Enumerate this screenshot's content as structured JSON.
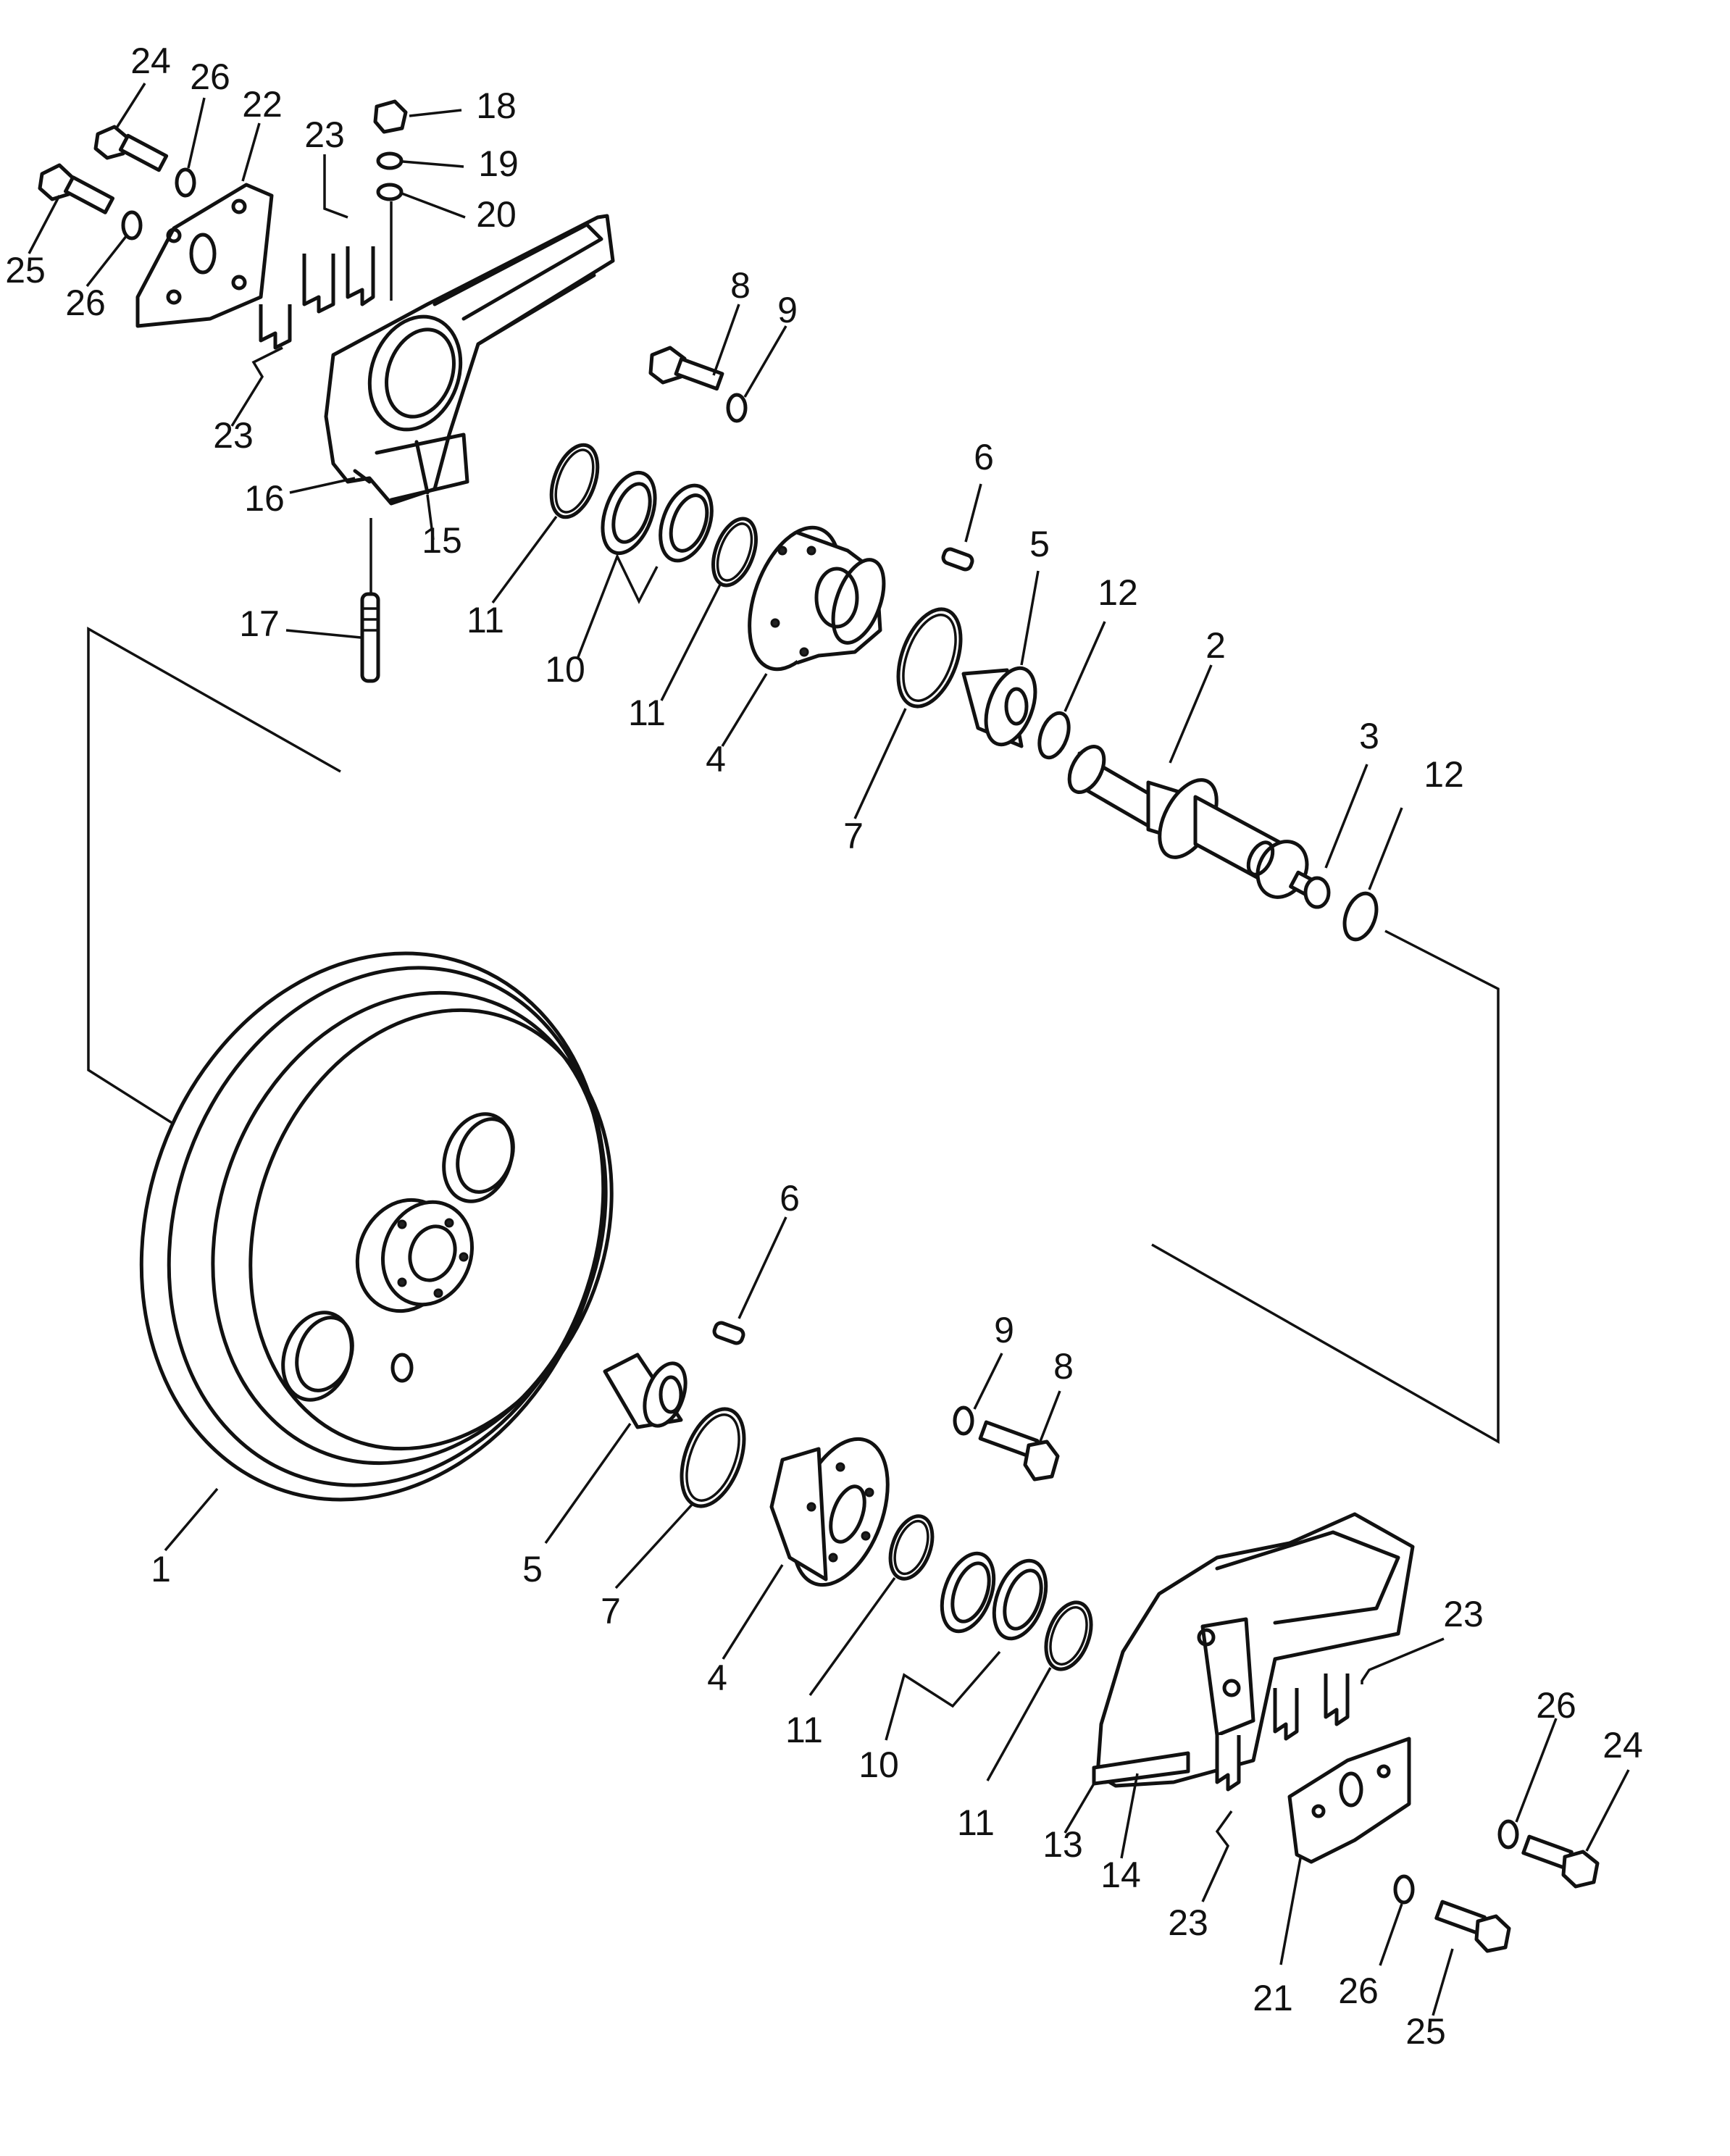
{
  "diagram": {
    "type": "exploded-parts-diagram",
    "callouts": [
      {
        "id": "c1",
        "label": "1"
      },
      {
        "id": "c2",
        "label": "2"
      },
      {
        "id": "c3",
        "label": "3"
      },
      {
        "id": "c4a",
        "label": "4"
      },
      {
        "id": "c4b",
        "label": "4"
      },
      {
        "id": "c5a",
        "label": "5"
      },
      {
        "id": "c5b",
        "label": "5"
      },
      {
        "id": "c6a",
        "label": "6"
      },
      {
        "id": "c6b",
        "label": "6"
      },
      {
        "id": "c7a",
        "label": "7"
      },
      {
        "id": "c7b",
        "label": "7"
      },
      {
        "id": "c8a",
        "label": "8"
      },
      {
        "id": "c8b",
        "label": "8"
      },
      {
        "id": "c9a",
        "label": "9"
      },
      {
        "id": "c9b",
        "label": "9"
      },
      {
        "id": "c10a",
        "label": "10"
      },
      {
        "id": "c10b",
        "label": "10"
      },
      {
        "id": "c11a",
        "label": "11"
      },
      {
        "id": "c11b",
        "label": "11"
      },
      {
        "id": "c11c",
        "label": "11"
      },
      {
        "id": "c11d",
        "label": "11"
      },
      {
        "id": "c12a",
        "label": "12"
      },
      {
        "id": "c12b",
        "label": "12"
      },
      {
        "id": "c13",
        "label": "13"
      },
      {
        "id": "c14",
        "label": "14"
      },
      {
        "id": "c15",
        "label": "15"
      },
      {
        "id": "c16",
        "label": "16"
      },
      {
        "id": "c17",
        "label": "17"
      },
      {
        "id": "c18",
        "label": "18"
      },
      {
        "id": "c19",
        "label": "19"
      },
      {
        "id": "c20",
        "label": "20"
      },
      {
        "id": "c21",
        "label": "21"
      },
      {
        "id": "c22",
        "label": "22"
      },
      {
        "id": "c23a",
        "label": "23"
      },
      {
        "id": "c23b",
        "label": "23"
      },
      {
        "id": "c23c",
        "label": "23"
      },
      {
        "id": "c23d",
        "label": "23"
      },
      {
        "id": "c24a",
        "label": "24"
      },
      {
        "id": "c24b",
        "label": "24"
      },
      {
        "id": "c25a",
        "label": "25"
      },
      {
        "id": "c25b",
        "label": "25"
      },
      {
        "id": "c26a",
        "label": "26"
      },
      {
        "id": "c26b",
        "label": "26"
      },
      {
        "id": "c26c",
        "label": "26"
      },
      {
        "id": "c26d",
        "label": "26"
      }
    ]
  }
}
